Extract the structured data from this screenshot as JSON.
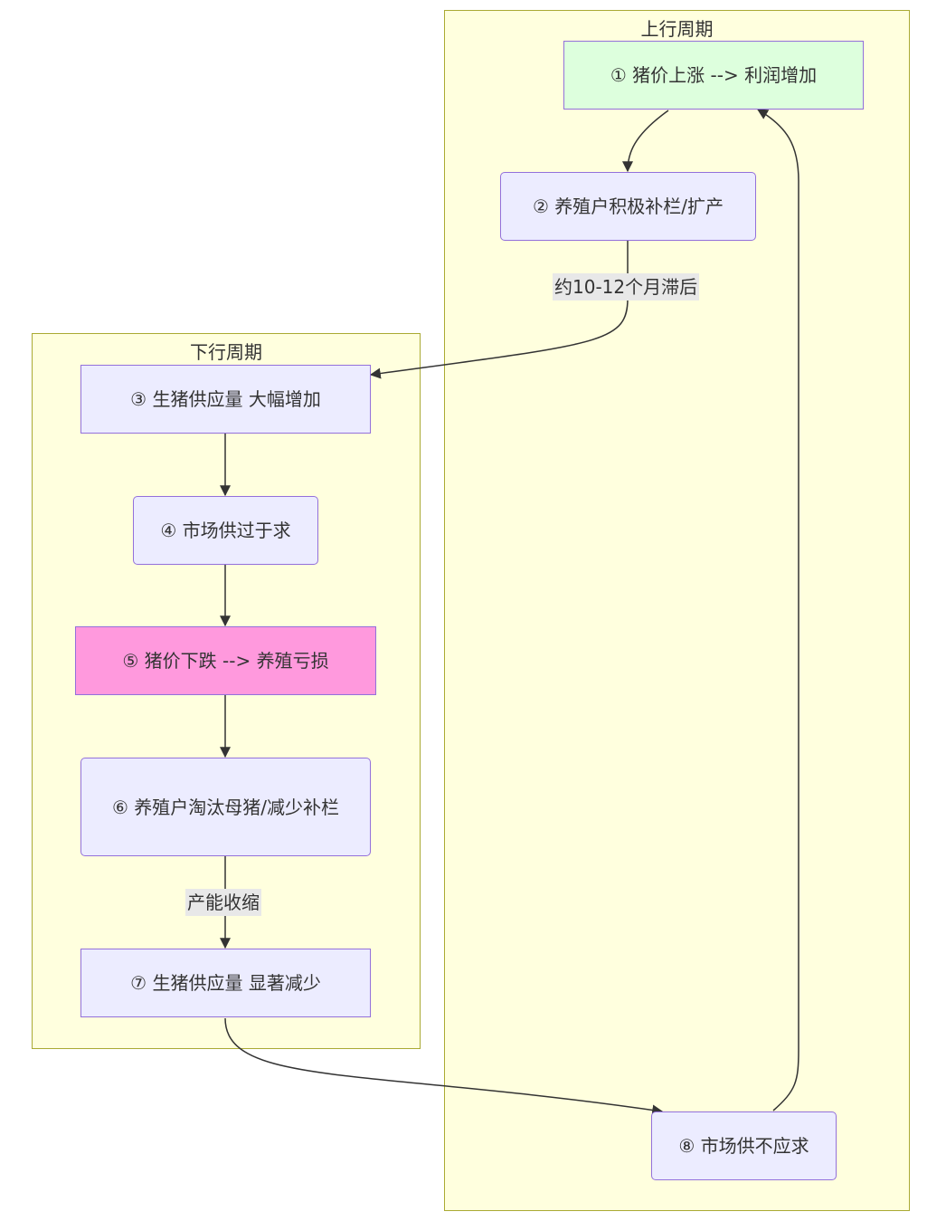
{
  "subgraphs": {
    "upward": {
      "title": "上行周期"
    },
    "downward": {
      "title": "下行周期"
    }
  },
  "nodes": {
    "n1": "① 猪价上涨 --> 利润增加",
    "n2": "② 养殖户积极补栏/扩产",
    "n3": "③ 生猪供应量 大幅增加",
    "n4": "④ 市场供过于求",
    "n5": "⑤ 猪价下跌 --> 养殖亏损",
    "n6": "⑥ 养殖户淘汰母猪/减少补栏",
    "n7": "⑦ 生猪供应量 显著减少",
    "n8": "⑧ 市场供不应求"
  },
  "edge_labels": {
    "lag": "约10-12个月滞后",
    "shrink": "产能收缩"
  },
  "colors": {
    "positive_node": "#ddffdd",
    "negative_node": "#ff99dd",
    "default_node": "#ececff",
    "cluster_fill": "#ffffde",
    "cluster_border": "#aaaa33",
    "node_border": "#9370db",
    "edge": "#333333"
  }
}
